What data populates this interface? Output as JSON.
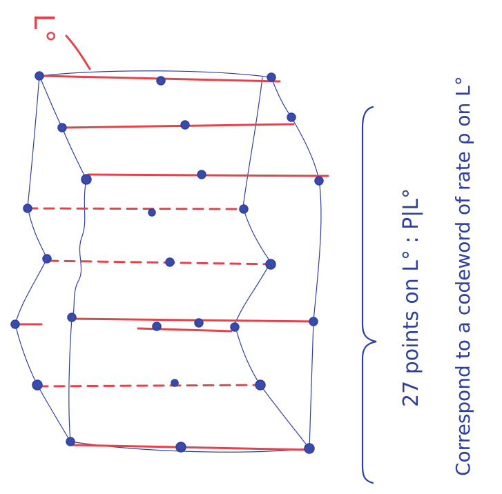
{
  "diagram": {
    "top_label": "L°",
    "caption_line1": "27 points on L° : P|L°",
    "caption_line2": "Correspond to a codeword of rate ρ on L°",
    "colors": {
      "ink_blue": "#2f3f9e",
      "ink_red": "#e8414a",
      "paper": "#ffffff"
    }
  }
}
